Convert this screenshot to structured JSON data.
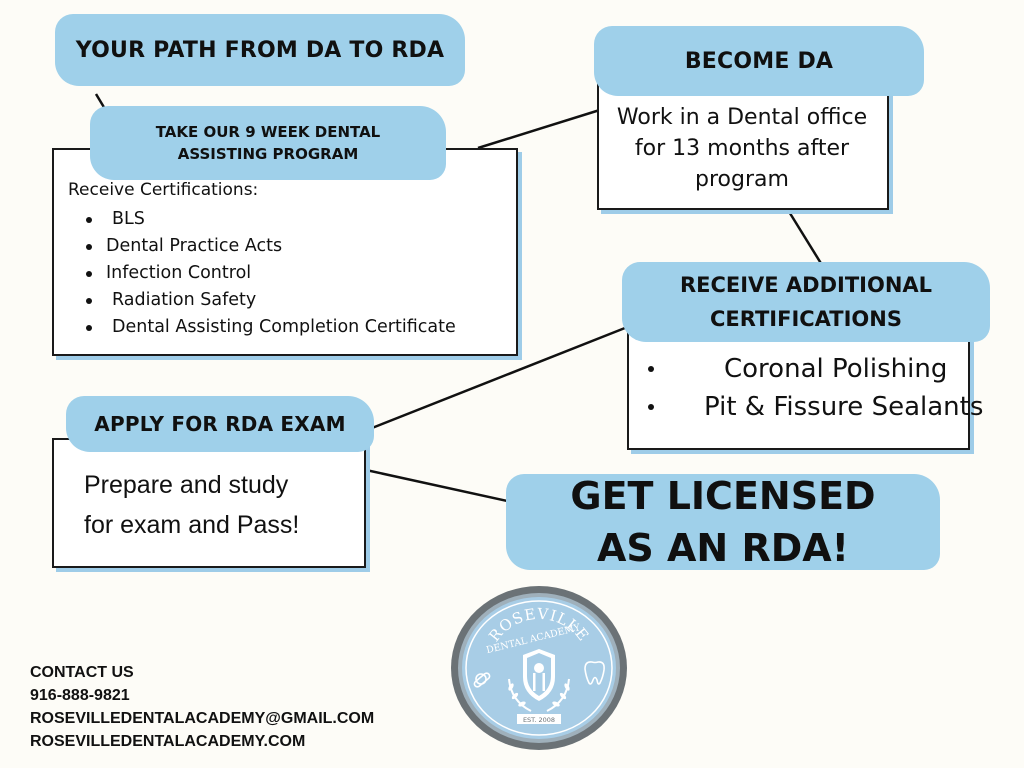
{
  "header": {
    "title": "YOUR PATH FROM DA TO RDA"
  },
  "step_program": {
    "title_line1": "TAKE OUR 9 WEEK DENTAL",
    "title_line2": "ASSISTING PROGRAM",
    "certs_heading": "Receive Certifications:",
    "certs": [
      "BLS",
      "Dental Practice Acts",
      "Infection Control",
      "Radiation Safety",
      "Dental Assisting Completion Certificate"
    ]
  },
  "step_da": {
    "title": "BECOME DA",
    "lines": [
      "Work in a Dental office",
      "for 13 months after",
      "program"
    ]
  },
  "step_additional": {
    "title_line1": "RECEIVE ADDITIONAL",
    "title_line2": "CERTIFICATIONS",
    "items": [
      "Coronal Polishing",
      "Pit & Fissure Sealants"
    ]
  },
  "step_exam": {
    "title": "APPLY FOR RDA EXAM",
    "lines": [
      "Prepare and study",
      "for exam and Pass!"
    ]
  },
  "step_license": {
    "line1": "GET LICENSED",
    "line2": "AS AN RDA!"
  },
  "contact": {
    "heading": "CONTACT US",
    "phone": "916-888-9821",
    "email": "ROSEVILLEDENTALACADEMY@GMAIL.COM",
    "website": "ROSEVILLEDENTALACADEMY.COM"
  },
  "logo": {
    "name_top": "ROSEVILLE",
    "name_bottom": "DENTAL ACADEMY",
    "est": "EST. 2008",
    "icon": "dental-shield-logo-icon"
  },
  "colors": {
    "accent": "#9fd0ea",
    "shadow": "#9ecce8",
    "background": "#fdfcf7",
    "logo_blue": "#a8cde6",
    "logo_ring": "#6b7276"
  }
}
